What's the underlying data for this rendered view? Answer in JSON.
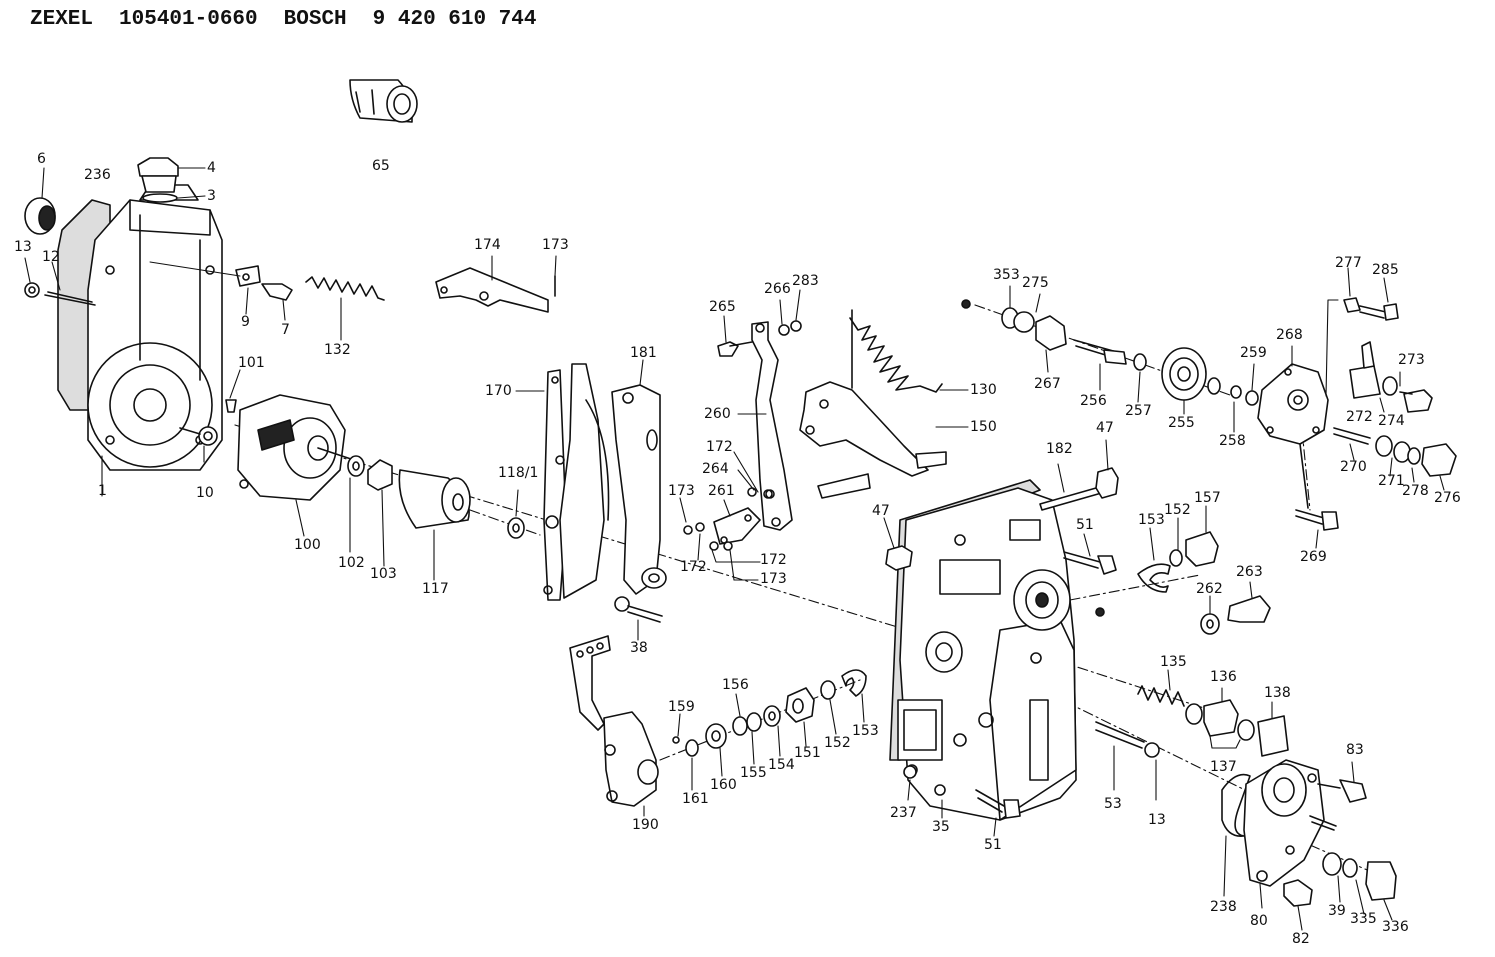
{
  "header": {
    "brand1": "ZEXEL",
    "part1": "105401-0660",
    "brand2": "BOSCH",
    "part2": "9 420 610 744"
  },
  "labels": [
    {
      "id": "6",
      "text": "6"
    },
    {
      "id": "236",
      "text": "236"
    },
    {
      "id": "4",
      "text": "4"
    },
    {
      "id": "3",
      "text": "3"
    },
    {
      "id": "13a",
      "text": "13"
    },
    {
      "id": "12",
      "text": "12"
    },
    {
      "id": "9",
      "text": "9"
    },
    {
      "id": "7",
      "text": "7"
    },
    {
      "id": "132",
      "text": "132"
    },
    {
      "id": "174",
      "text": "174"
    },
    {
      "id": "173a",
      "text": "173"
    },
    {
      "id": "65",
      "text": "65"
    },
    {
      "id": "101",
      "text": "101"
    },
    {
      "id": "10",
      "text": "10"
    },
    {
      "id": "1",
      "text": "1"
    },
    {
      "id": "100",
      "text": "100"
    },
    {
      "id": "102",
      "text": "102"
    },
    {
      "id": "103",
      "text": "103"
    },
    {
      "id": "117",
      "text": "117"
    },
    {
      "id": "118_1",
      "text": "118/1"
    },
    {
      "id": "170",
      "text": "170"
    },
    {
      "id": "181",
      "text": "181"
    },
    {
      "id": "265",
      "text": "265"
    },
    {
      "id": "266",
      "text": "266"
    },
    {
      "id": "283",
      "text": "283"
    },
    {
      "id": "260",
      "text": "260"
    },
    {
      "id": "172a",
      "text": "172"
    },
    {
      "id": "264",
      "text": "264"
    },
    {
      "id": "173b",
      "text": "173"
    },
    {
      "id": "261",
      "text": "261"
    },
    {
      "id": "172b",
      "text": "172"
    },
    {
      "id": "172c",
      "text": "172"
    },
    {
      "id": "173c",
      "text": "173"
    },
    {
      "id": "38",
      "text": "38"
    },
    {
      "id": "130",
      "text": "130"
    },
    {
      "id": "150",
      "text": "150"
    },
    {
      "id": "353",
      "text": "353"
    },
    {
      "id": "275",
      "text": "275"
    },
    {
      "id": "267",
      "text": "267"
    },
    {
      "id": "256",
      "text": "256"
    },
    {
      "id": "257",
      "text": "257"
    },
    {
      "id": "255",
      "text": "255"
    },
    {
      "id": "259",
      "text": "259"
    },
    {
      "id": "258",
      "text": "258"
    },
    {
      "id": "268",
      "text": "268"
    },
    {
      "id": "277",
      "text": "277"
    },
    {
      "id": "285",
      "text": "285"
    },
    {
      "id": "273",
      "text": "273"
    },
    {
      "id": "272",
      "text": "272"
    },
    {
      "id": "274",
      "text": "274"
    },
    {
      "id": "270",
      "text": "270"
    },
    {
      "id": "271",
      "text": "271"
    },
    {
      "id": "278",
      "text": "278"
    },
    {
      "id": "276",
      "text": "276"
    },
    {
      "id": "269",
      "text": "269"
    },
    {
      "id": "182",
      "text": "182"
    },
    {
      "id": "47a",
      "text": "47"
    },
    {
      "id": "47b",
      "text": "47"
    },
    {
      "id": "51a",
      "text": "51"
    },
    {
      "id": "153a",
      "text": "153"
    },
    {
      "id": "152a",
      "text": "152"
    },
    {
      "id": "157",
      "text": "157"
    },
    {
      "id": "262",
      "text": "262"
    },
    {
      "id": "263",
      "text": "263"
    },
    {
      "id": "135",
      "text": "135"
    },
    {
      "id": "136",
      "text": "136"
    },
    {
      "id": "138",
      "text": "138"
    },
    {
      "id": "137",
      "text": "137"
    },
    {
      "id": "53",
      "text": "53"
    },
    {
      "id": "13b",
      "text": "13"
    },
    {
      "id": "83",
      "text": "83"
    },
    {
      "id": "237",
      "text": "237"
    },
    {
      "id": "35",
      "text": "35"
    },
    {
      "id": "51b",
      "text": "51"
    },
    {
      "id": "238",
      "text": "238"
    },
    {
      "id": "80",
      "text": "80"
    },
    {
      "id": "82",
      "text": "82"
    },
    {
      "id": "39",
      "text": "39"
    },
    {
      "id": "335",
      "text": "335"
    },
    {
      "id": "336",
      "text": "336"
    },
    {
      "id": "159",
      "text": "159"
    },
    {
      "id": "156",
      "text": "156"
    },
    {
      "id": "161",
      "text": "161"
    },
    {
      "id": "160",
      "text": "160"
    },
    {
      "id": "155",
      "text": "155"
    },
    {
      "id": "154",
      "text": "154"
    },
    {
      "id": "151",
      "text": "151"
    },
    {
      "id": "152b",
      "text": "152"
    },
    {
      "id": "153b",
      "text": "153"
    },
    {
      "id": "190",
      "text": "190"
    }
  ]
}
